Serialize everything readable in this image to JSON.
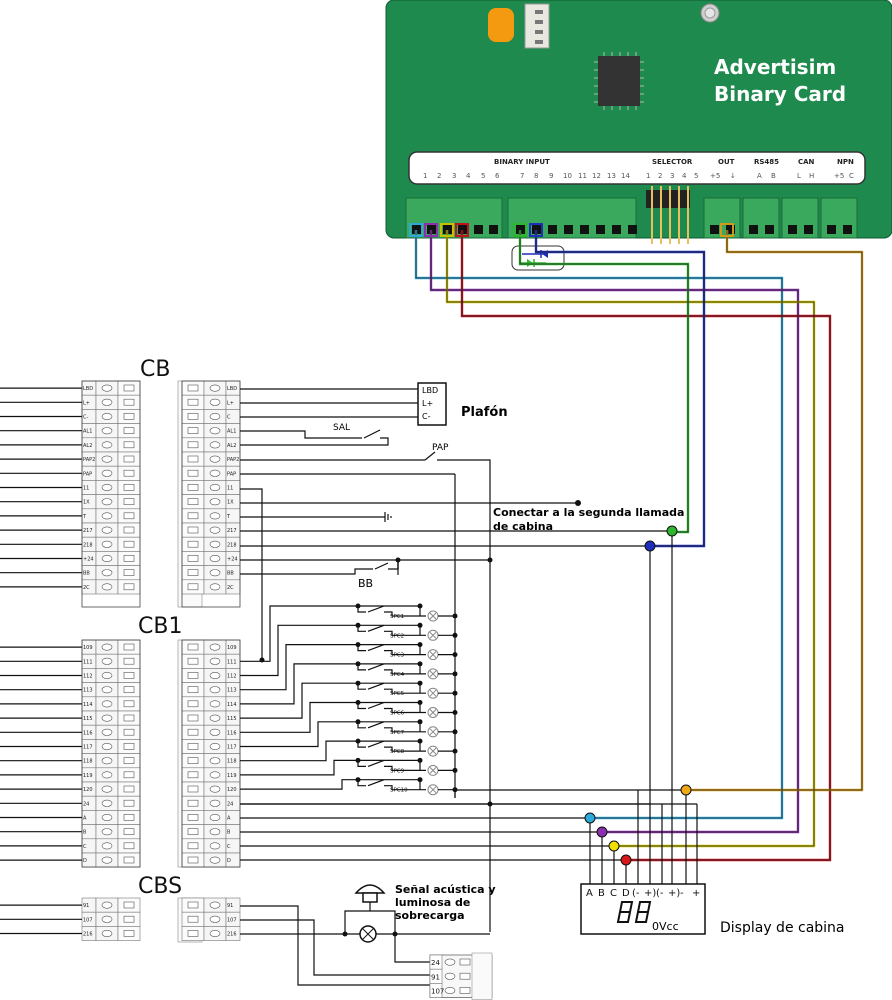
{
  "card": {
    "title_line1": "Advertisim",
    "title_line2": "Binary Card",
    "color": "#1e8a4e",
    "headers": {
      "binary_input": "BINARY INPUT",
      "selector": "SELECTOR",
      "out": "OUT",
      "rs485": "RS485",
      "can": "CAN",
      "npn": "NPN"
    },
    "pin_labels": {
      "binary": [
        "1",
        "2",
        "3",
        "4",
        "5",
        "6",
        "7",
        "8",
        "9",
        "10",
        "11",
        "12",
        "13",
        "14"
      ],
      "selector": [
        "1",
        "2",
        "3",
        "4",
        "5"
      ],
      "out": [
        "+5",
        "↓"
      ],
      "rs485": [
        "A",
        "B"
      ],
      "can": [
        "L",
        "H"
      ],
      "npn": [
        "+5",
        "C"
      ]
    }
  },
  "sections": {
    "cb": "CB",
    "cb1": "CB1",
    "cbs": "CBS"
  },
  "terminals": {
    "cb_left": [
      "LBD",
      "L+",
      "C-",
      "AL1",
      "AL2",
      "PAP2",
      "PAP",
      "11",
      "1X",
      "T",
      "217",
      "218",
      "+24",
      "BB",
      "2C"
    ],
    "cb_right": [
      "LBD",
      "L+",
      "C",
      "AL1",
      "AL2",
      "PAP2",
      "PAP",
      "11",
      "1X",
      "T",
      "217",
      "218",
      "+24",
      "BB",
      "2C"
    ],
    "cb1_left": [
      "109",
      "111",
      "112",
      "113",
      "114",
      "115",
      "116",
      "117",
      "118",
      "119",
      "120",
      "24",
      "A",
      "B",
      "C",
      "D"
    ],
    "cb1_right": [
      "109",
      "111",
      "112",
      "113",
      "114",
      "115",
      "116",
      "117",
      "118",
      "119",
      "120",
      "24",
      "A",
      "B",
      "C",
      "D"
    ],
    "cbs_left": [
      "91",
      "107",
      "216"
    ],
    "cbs_right": [
      "91",
      "107",
      "216"
    ],
    "bottom_block": [
      "24",
      "91",
      "107"
    ]
  },
  "plafon": {
    "label": "Plafón",
    "pins": [
      "LBD",
      "L+",
      "C-"
    ]
  },
  "switches": {
    "sal": "SAL",
    "pap": "PAP",
    "bb": "BB",
    "spc": [
      "SPC1",
      "SPC2",
      "SPC3",
      "SPC4",
      "SPC5",
      "SPC6",
      "SPC7",
      "SPC8",
      "SPC9",
      "SPC10"
    ]
  },
  "note_call": "Conectar a la segunda llamada de cabina",
  "note_call_lines": [
    "Conectar a la segunda llamada",
    "de cabina"
  ],
  "alarm_lines": [
    "Señal acústica y",
    "luminosa de",
    "sobrecarga"
  ],
  "display": {
    "label": "Display de cabina",
    "pins": [
      "A",
      "B",
      "C",
      "D",
      "(-",
      "+)",
      "(-",
      "+)",
      "-",
      "+"
    ],
    "ovcc": "0Vcc"
  },
  "wire_colors": {
    "cyan": "#2fa9d8",
    "purple": "#8b2fb0",
    "yellow": "#c9c000",
    "red": "#c1121f",
    "green": "#2db52d",
    "blue": "#1d2fb8",
    "orange": "#d19a1a"
  }
}
